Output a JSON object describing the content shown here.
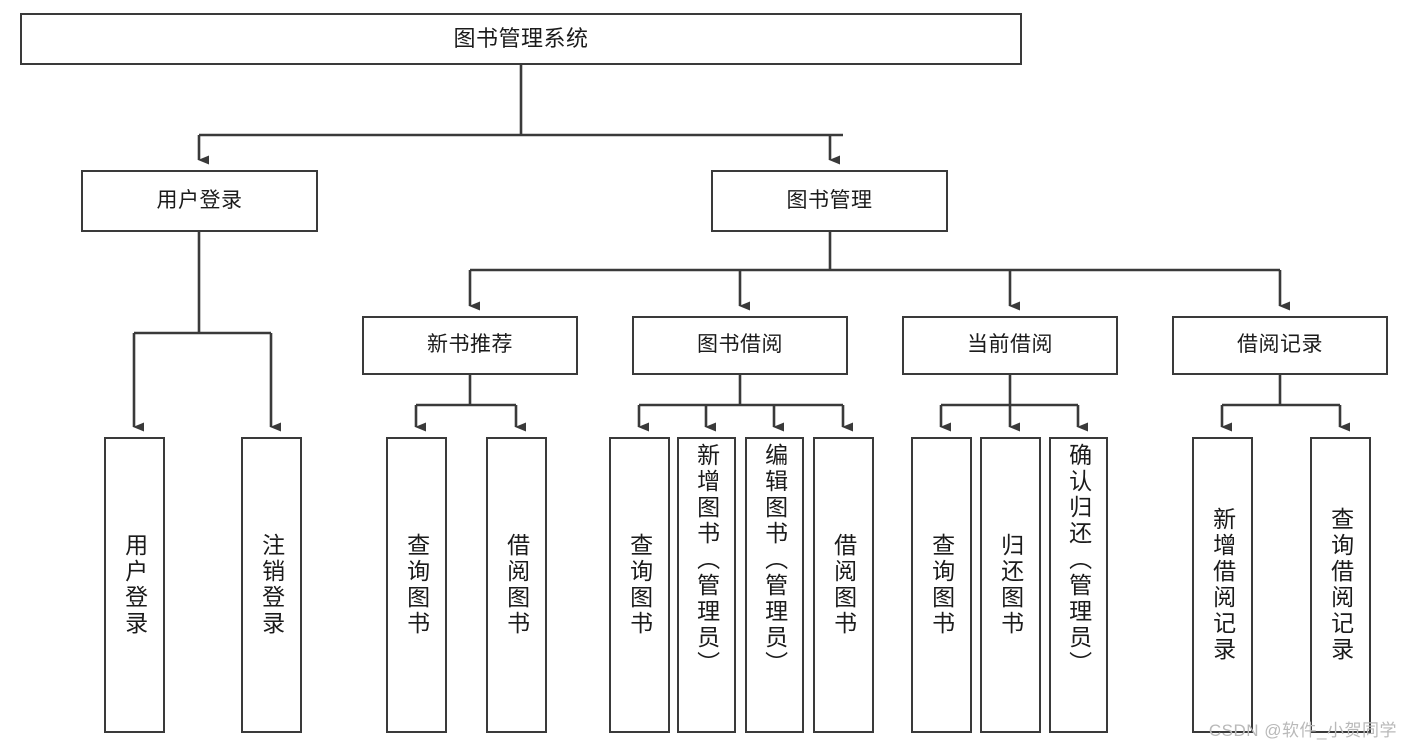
{
  "diagram": {
    "type": "tree-hierarchy",
    "title": "图书管理系统",
    "watermark": "CSDN @软件_小贺同学",
    "colors": {
      "box_border": "#3a3a3a",
      "box_fill": "#ffffff",
      "connector": "#3a3a3a",
      "text": "#1b1b1b",
      "watermark": "#b9b9b9"
    },
    "root": {
      "label": "图书管理系统"
    },
    "level2": [
      {
        "label": "用户登录"
      },
      {
        "label": "图书管理"
      }
    ],
    "level3": [
      {
        "label": "新书推荐"
      },
      {
        "label": "图书借阅"
      },
      {
        "label": "当前借阅"
      },
      {
        "label": "借阅记录"
      }
    ],
    "leaves": {
      "user_login": [
        {
          "label": "用户登录"
        },
        {
          "label": "注销登录"
        }
      ],
      "new_book": [
        {
          "label": "查询图书"
        },
        {
          "label": "借阅图书"
        }
      ],
      "book_borrow": [
        {
          "label": "查询图书"
        },
        {
          "label": "新增图书（管理员）"
        },
        {
          "label": "编辑图书（管理员）"
        },
        {
          "label": "借阅图书"
        }
      ],
      "current_borrow": [
        {
          "label": "查询图书"
        },
        {
          "label": "归还图书"
        },
        {
          "label": "确认归还（管理员）"
        }
      ],
      "borrow_record": [
        {
          "label": "新增借阅记录"
        },
        {
          "label": "查询借阅记录"
        }
      ]
    }
  }
}
